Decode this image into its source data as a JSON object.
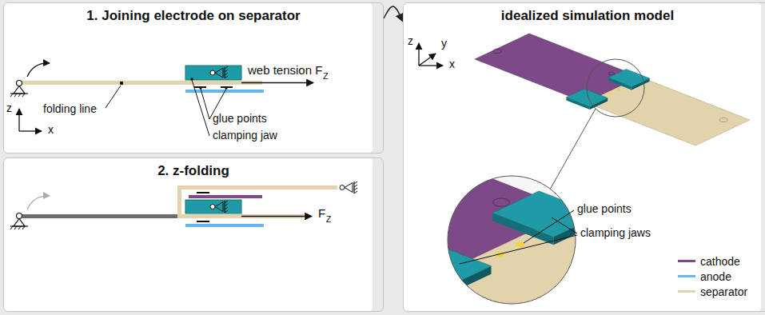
{
  "diagram": {
    "nodes": [
      {
        "text": [
          "1. Joining electrode on separator"
        ]
      },
      {
        "text": [
          "2. z-folding"
        ]
      },
      {
        "text": [
          "idealized simulation model"
        ]
      }
    ],
    "edges": [
      {
        "from": 0,
        "to": 2,
        "arrow": "to"
      }
    ],
    "labels": [
      "z",
      "x",
      "folding line",
      "web tension F",
      "Z",
      "glue points",
      "clamping jaw",
      "F",
      "Z",
      "z",
      "y",
      "x",
      "glue points",
      "clamping jaws"
    ],
    "legend": [
      {
        "text": "cathode",
        "color": "#7d4a87"
      },
      {
        "text": "anode",
        "color": "#66b8ea"
      },
      {
        "text": "separator",
        "color": "#e2d3ad"
      }
    ]
  }
}
